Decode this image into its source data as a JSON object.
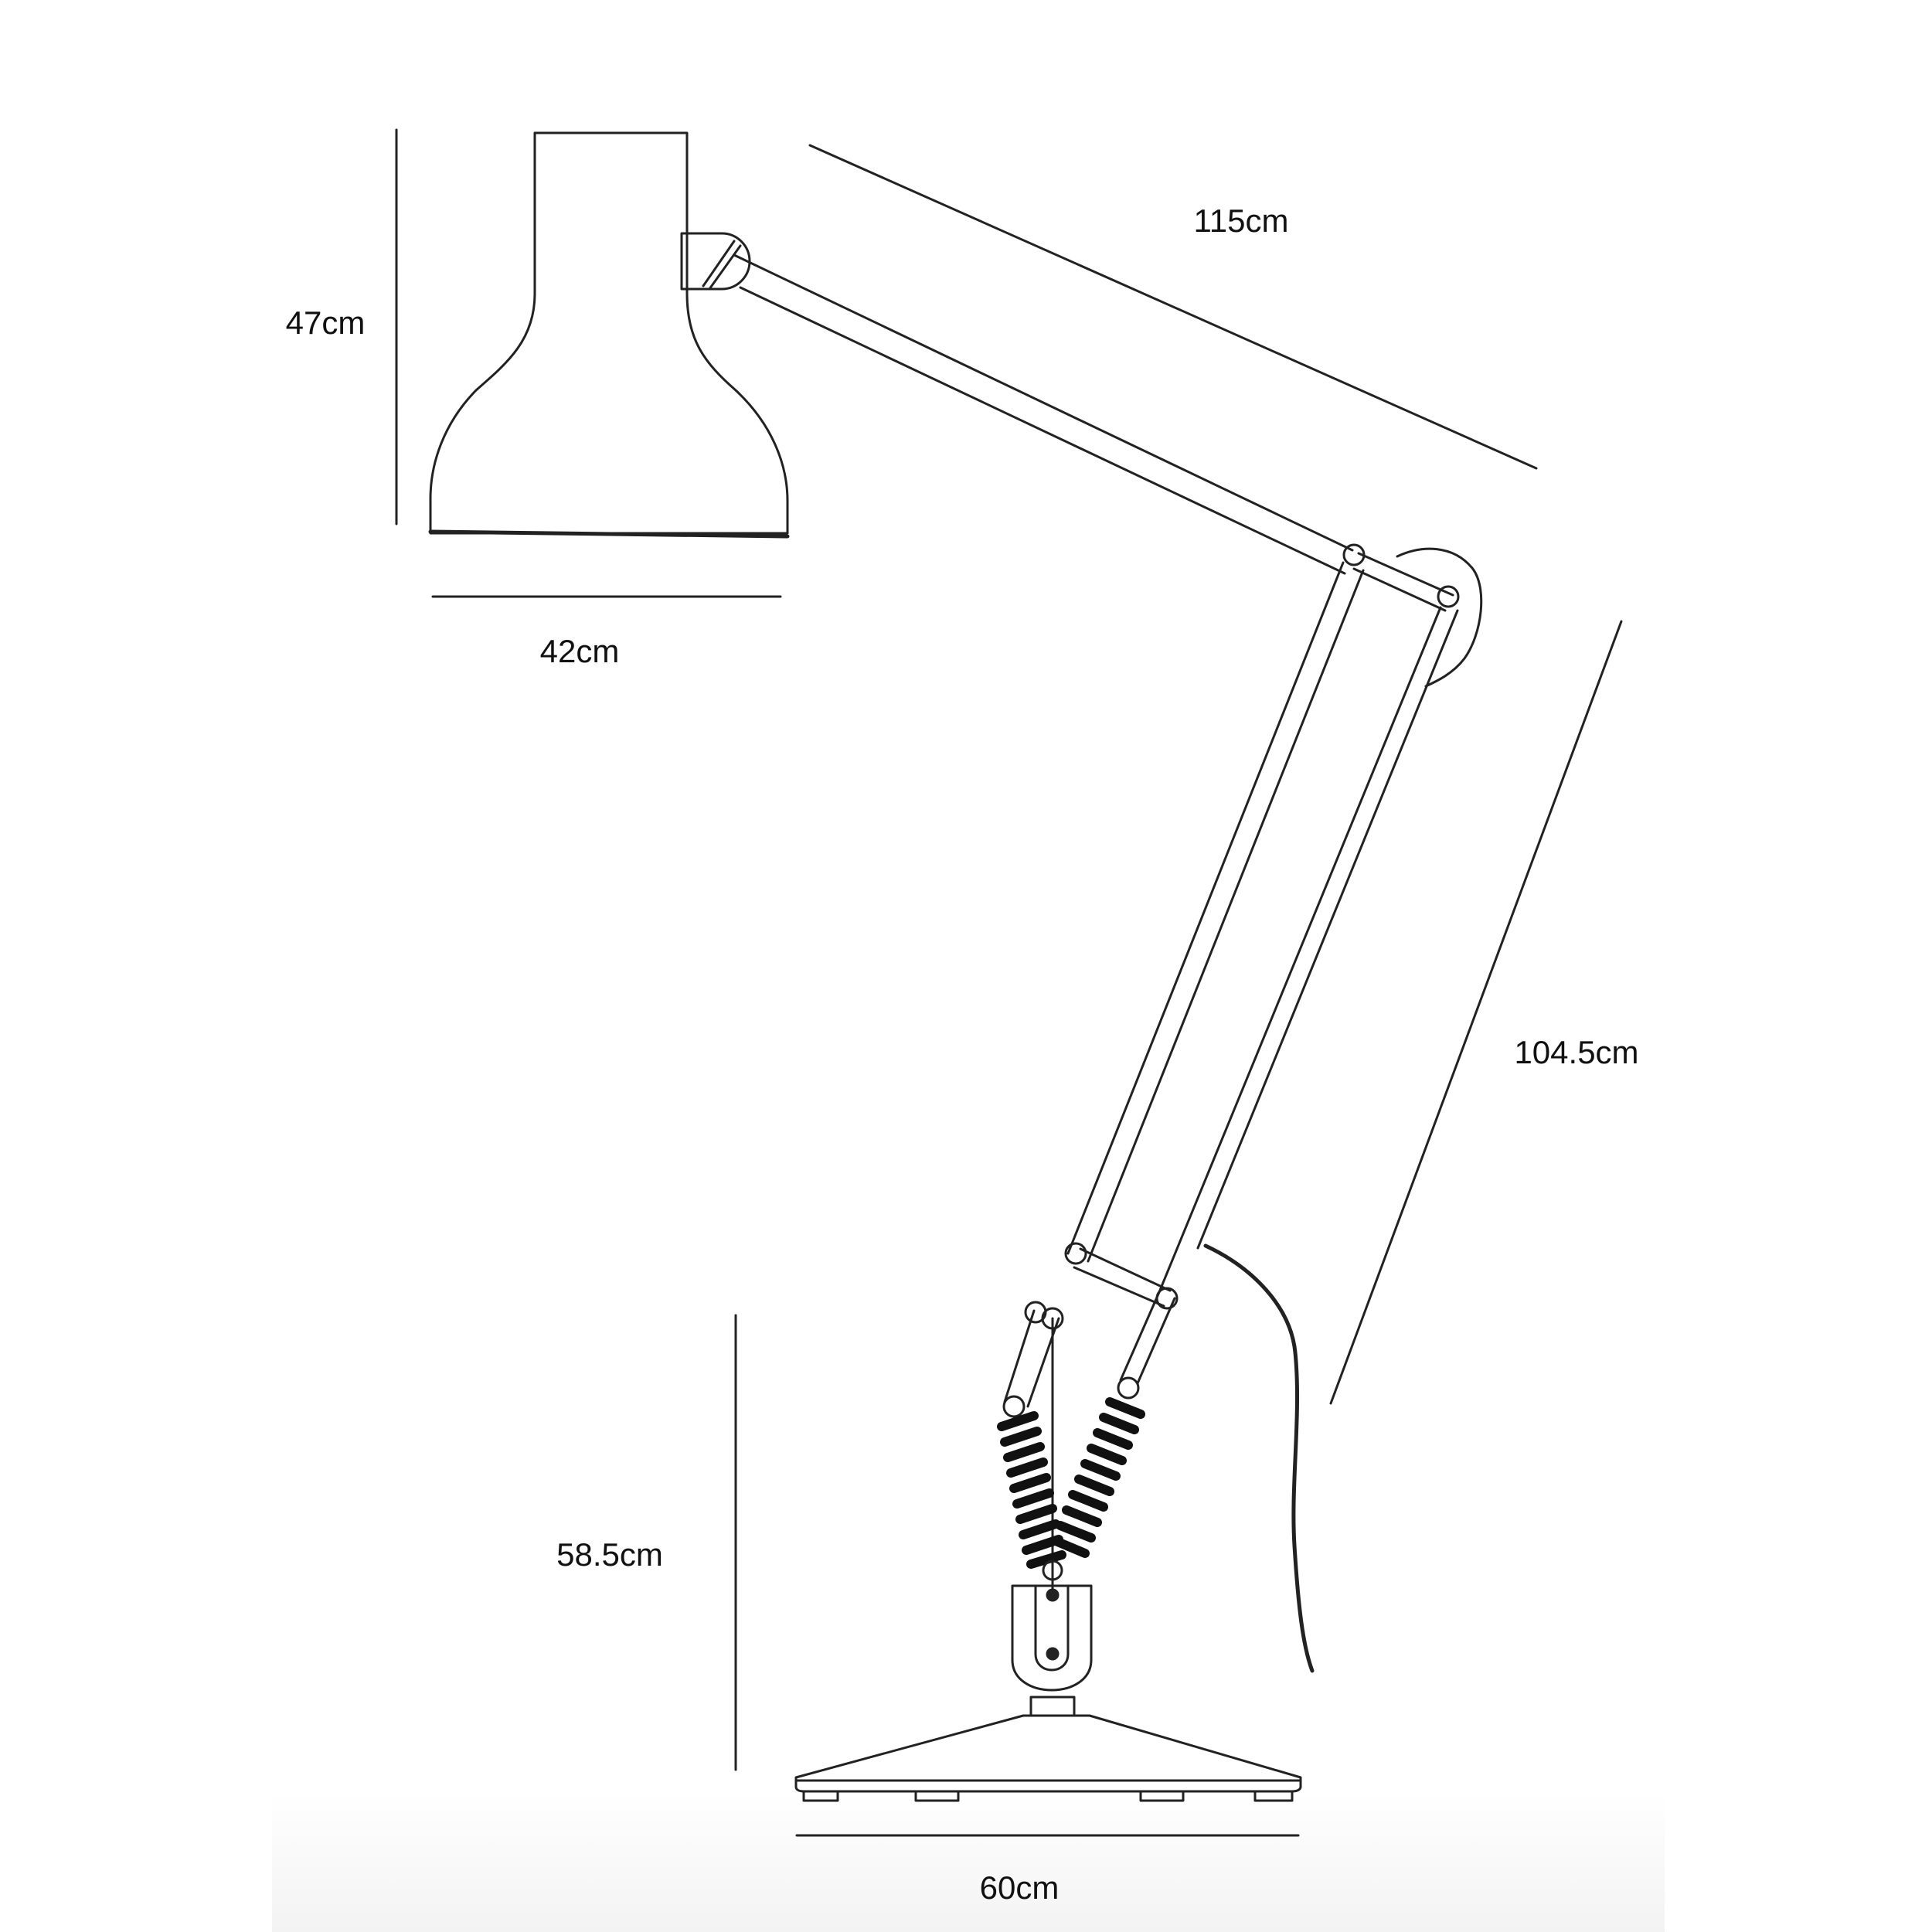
{
  "dimensions": {
    "shade_height": "47cm",
    "shade_width": "42cm",
    "upper_arm_length": "115cm",
    "lower_arm_length": "104.5cm",
    "base_height": "58.5cm",
    "base_width": "60cm"
  },
  "colors": {
    "line": "#222222",
    "spring": "#111111",
    "text": "#111111",
    "background": "#ffffff"
  }
}
